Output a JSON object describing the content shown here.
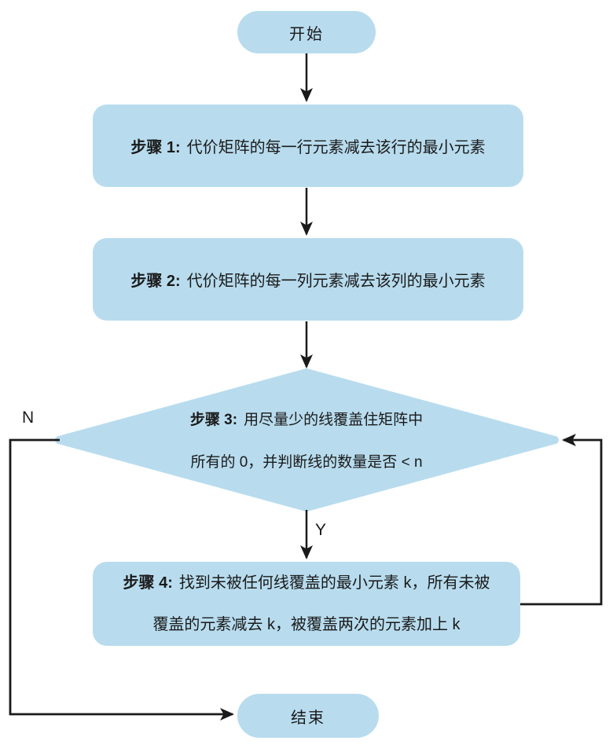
{
  "flowchart": {
    "colors": {
      "node_fill": "#b8dcee",
      "connector": "#1a1a1a",
      "text": "#1a1a1a",
      "background": "#ffffff"
    },
    "start": {
      "label": "开始"
    },
    "step1": {
      "label": "步骤 1:",
      "text": "代价矩阵的每一行元素减去该行的最小元素"
    },
    "step2": {
      "label": "步骤 2:",
      "text": "代价矩阵的每一列元素减去该列的最小元素"
    },
    "decision": {
      "label": "步骤 3:",
      "line1": "用尽量少的线覆盖住矩阵中",
      "line2": "所有的 0，并判断线的数量是否 < n"
    },
    "step4": {
      "label": "步骤 4:",
      "line1": "找到未被任何线覆盖的最小元素 k，所有未被",
      "line2": "覆盖的元素减去 k，被覆盖两次的元素加上 k"
    },
    "branches": {
      "yes": "Y",
      "no": "N"
    },
    "end": {
      "label": "结束"
    }
  }
}
